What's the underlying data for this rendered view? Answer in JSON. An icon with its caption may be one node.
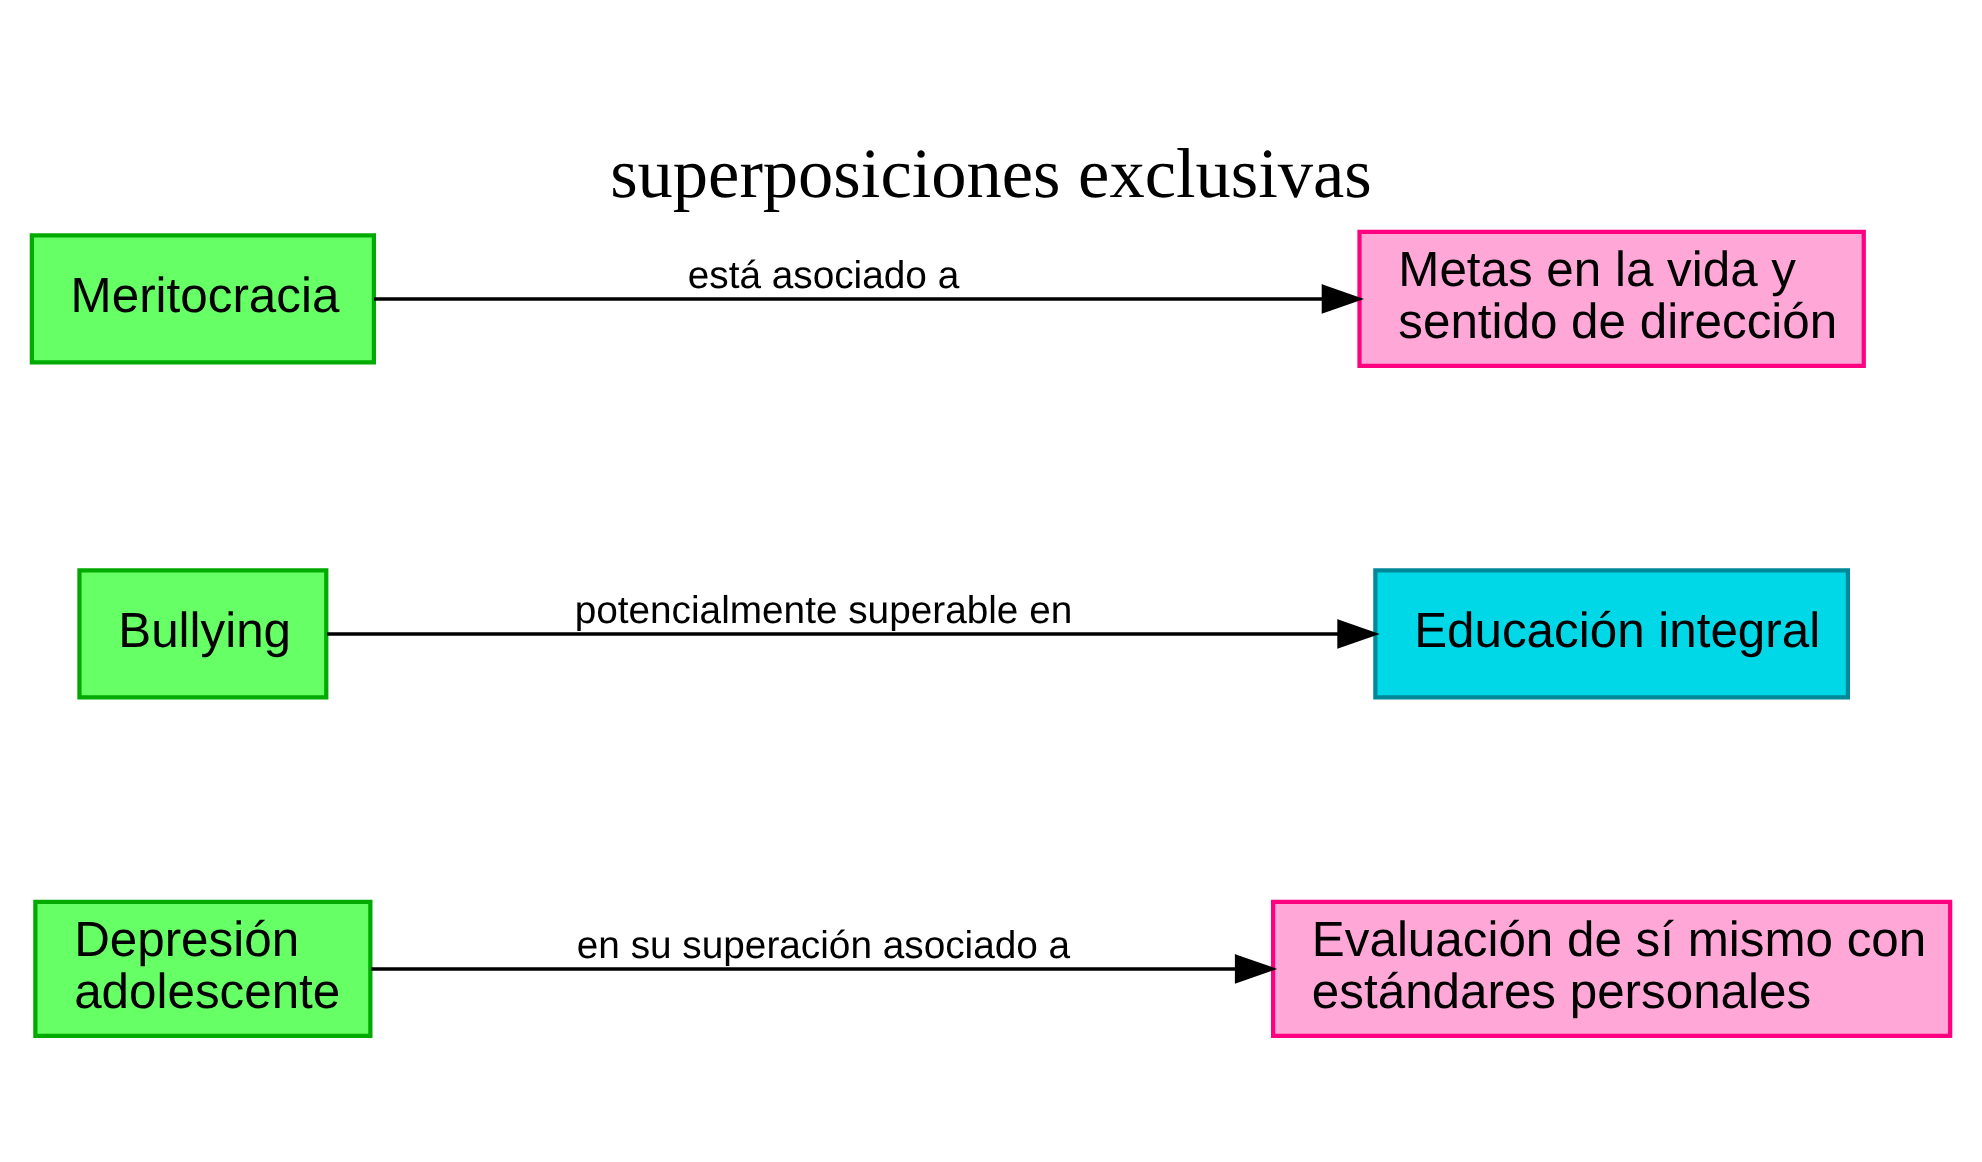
{
  "diagram": {
    "title": "superposiciones exclusivas",
    "nodes": [
      {
        "text": [
          "Meritocracia"
        ]
      },
      {
        "text": [
          "Metas en la vida y sentido de dirección"
        ]
      },
      {
        "text": [
          "Bullying"
        ]
      },
      {
        "text": [
          "Educación integral"
        ]
      },
      {
        "text": [
          "Depresión adolescente"
        ]
      },
      {
        "text": [
          "Evaluación de sí mismo con estándares personales"
        ]
      }
    ],
    "edges": [
      {
        "from": 0,
        "to": 1,
        "arrow": "to",
        "label": "está asociado a"
      },
      {
        "from": 2,
        "to": 3,
        "arrow": "to",
        "label": "potencialmente superable en"
      },
      {
        "from": 4,
        "to": 5,
        "arrow": "to",
        "label": "en su superación asociado a"
      }
    ]
  }
}
